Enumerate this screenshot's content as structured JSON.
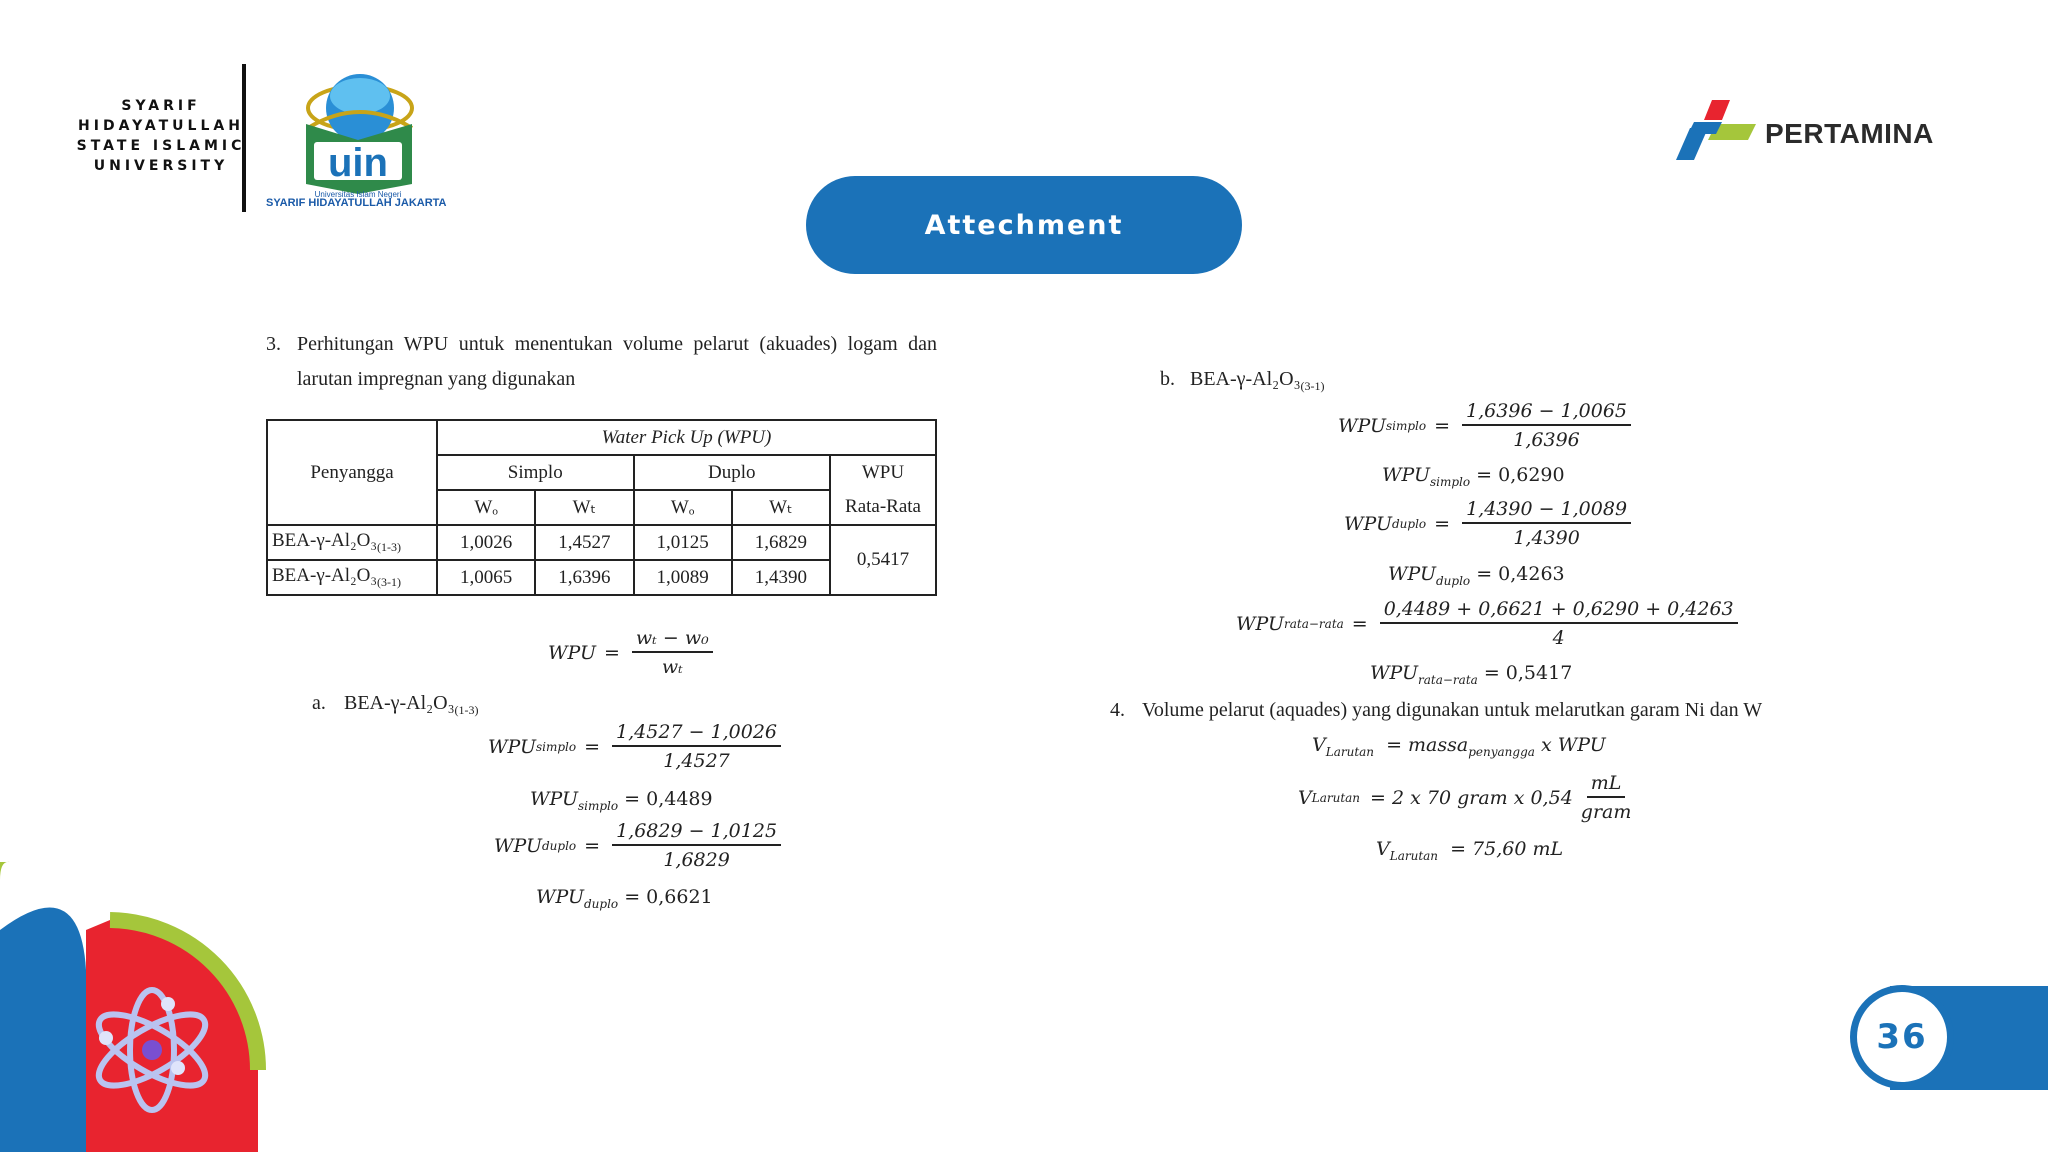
{
  "header": {
    "university_text": [
      "SYARIF",
      "HIDAYATULLAH",
      "STATE ISLAMIC",
      "UNIVERSITY"
    ],
    "uin_logo_sub": "Universitas Islam Negeri",
    "uin_logo_name": "SYARIF HIDAYATULLAH JAKARTA",
    "uin_logo_letters": "uin",
    "pertamina_text": "PERTAMINA",
    "title": "Attechment"
  },
  "section3": {
    "heading_num": "3.",
    "heading_line1": "Perhitungan WPU untuk menentukan volume pelarut (akuades) logam dan",
    "heading_line2": "larutan impregnan yang digunakan"
  },
  "table": {
    "col_support": "Penyangga",
    "group_title": "Water Pick Up (WPU)",
    "simplo": "Simplo",
    "duplo": "Duplo",
    "wpu_avg_1": "WPU",
    "wpu_avg_2": "Rata-Rata",
    "w0": "Wₒ",
    "wt": "Wₜ",
    "rows": [
      {
        "support": "BEA-γ-Al₂O₃",
        "sub": "(1-3)",
        "s_w0": "1,0026",
        "s_wt": "1,4527",
        "d_w0": "1,0125",
        "d_wt": "1,6829"
      },
      {
        "support": "BEA-γ-Al₂O₃",
        "sub": "(3-1)",
        "s_w0": "1,0065",
        "s_wt": "1,6396",
        "d_w0": "1,0089",
        "d_wt": "1,4390"
      }
    ],
    "avg": "0,5417"
  },
  "formula": {
    "lhs": "WPU",
    "num": "wₜ − w₀",
    "den": "wₜ"
  },
  "part_a": {
    "label": "a.",
    "title": "BEA-γ-Al₂O₃",
    "title_sub": "(1-3)",
    "simplo_num": "1,4527 − 1,0026",
    "simplo_den": "1,4527",
    "simplo_val": "= 0,4489",
    "duplo_num": "1,6829 − 1,0125",
    "duplo_den": "1,6829",
    "duplo_val": "= 0,6621"
  },
  "part_b": {
    "label": "b.",
    "title": "BEA-γ-Al₂O₃",
    "title_sub": "(3-1)",
    "simplo_num": "1,6396 − 1,0065",
    "simplo_den": "1,6396",
    "simplo_val": "= 0,6290",
    "duplo_num": "1,4390 − 1,0089",
    "duplo_den": "1,4390",
    "duplo_val": "= 0,4263",
    "avg_num": "0,4489 + 0,6621 + 0,6290 + 0,4263",
    "avg_den": "4",
    "avg_val": "= 0,5417"
  },
  "section4": {
    "num": "4.",
    "text": "Volume pelarut (aquades) yang digunakan untuk melarutkan garam Ni dan W",
    "eq1_rhs_a": "= massa",
    "eq1_rhs_sub": "penyangga",
    "eq1_rhs_b": "x WPU",
    "eq2_rhs": "= 2 x 70 gram x 0,54",
    "eq2_num": "mL",
    "eq2_den": "gram",
    "eq3_rhs": "= 75,60 mL"
  },
  "labels": {
    "wpu": "WPU",
    "simplo": "simplo",
    "duplo": "duplo",
    "rata": "rata−rata",
    "v": "V",
    "larutan": "Larutan",
    "eq": "="
  },
  "page_number": "36",
  "colors": {
    "accent": "#1b72b8",
    "red": "#e8242f",
    "green": "#a5c63b"
  }
}
